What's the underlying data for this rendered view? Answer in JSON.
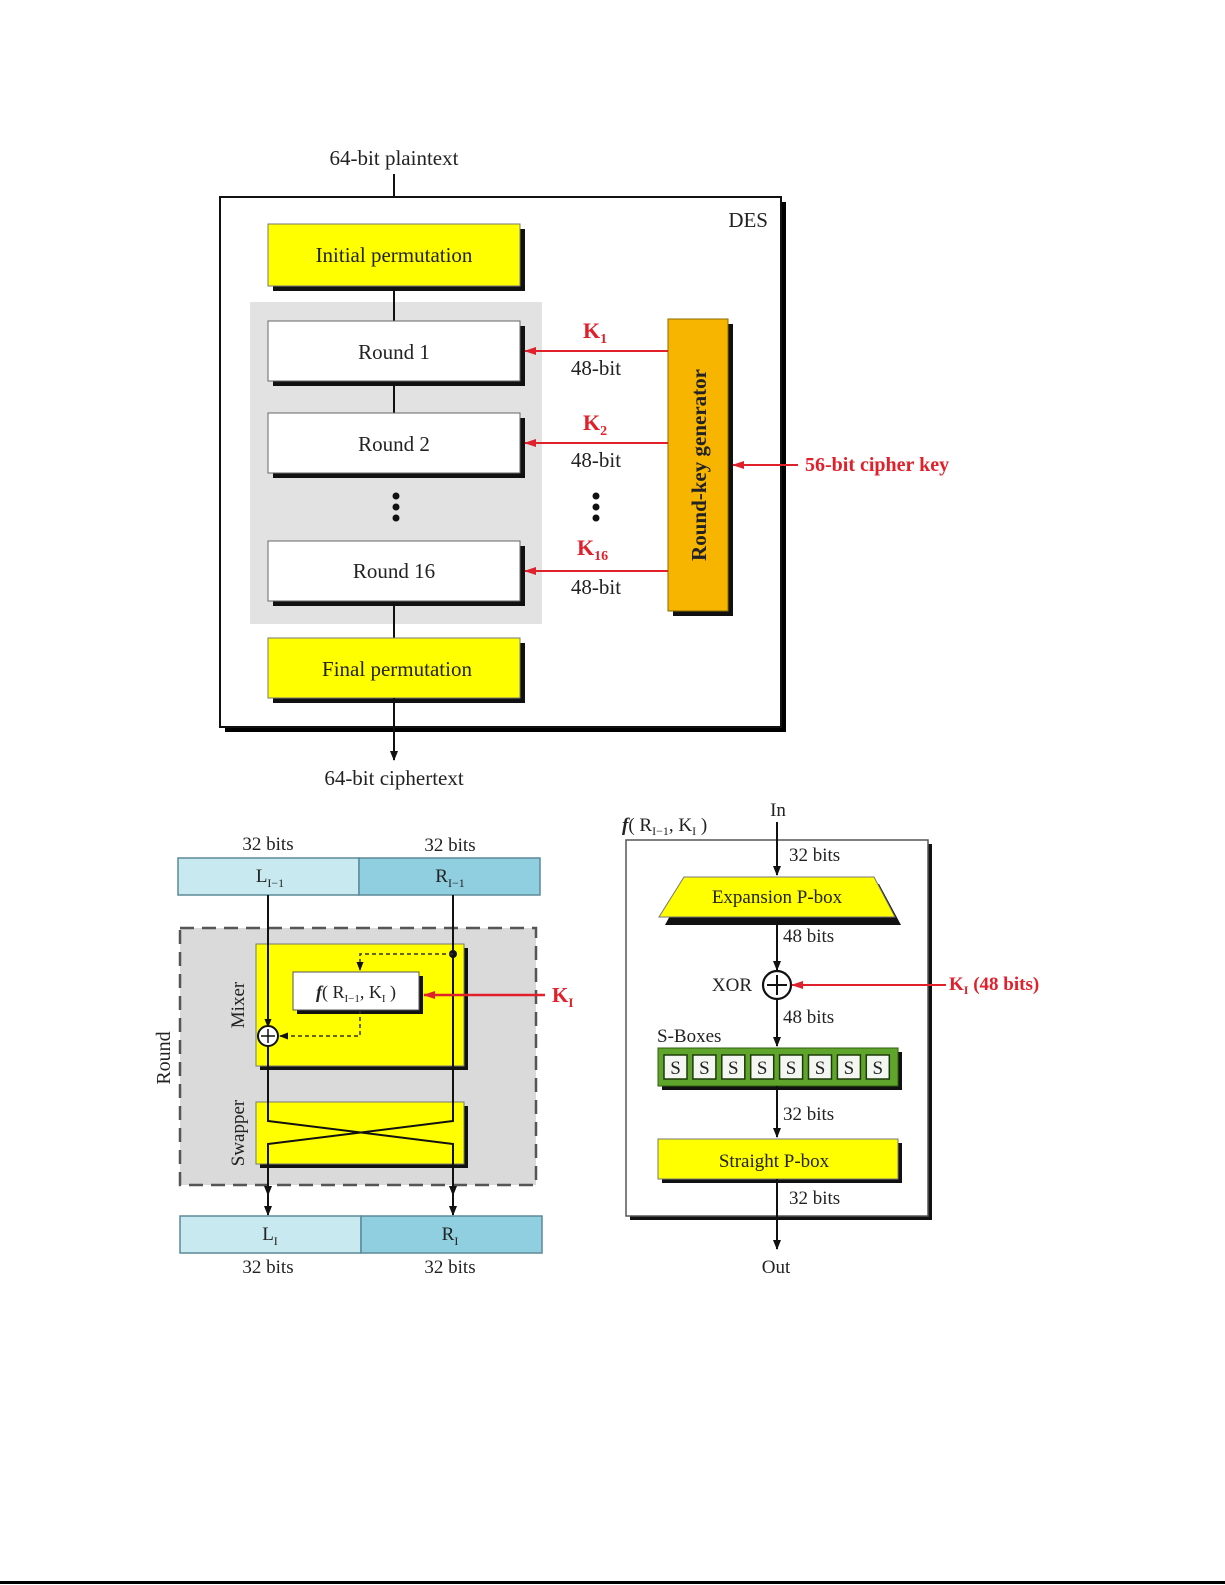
{
  "des": {
    "input_label": "64-bit plaintext",
    "output_label": "64-bit ciphertext",
    "title": "DES",
    "initial_perm": "Initial permutation",
    "final_perm": "Final permutation",
    "rounds": [
      {
        "label": "Round 1",
        "key": "K",
        "key_sub": "1",
        "bits": "48-bit"
      },
      {
        "label": "Round 2",
        "key": "K",
        "key_sub": "2",
        "bits": "48-bit"
      },
      {
        "label": "Round 16",
        "key": "K",
        "key_sub": "16",
        "bits": "48-bit"
      }
    ],
    "key_generator": "Round-key generator",
    "cipher_key": "56-bit cipher key",
    "ellipsis": "⋮"
  },
  "round_diagram": {
    "top_left_bits": "32 bits",
    "top_right_bits": "32 bits",
    "l_in": "L",
    "l_in_sub": "I−1",
    "r_in": "R",
    "r_in_sub": "I−1",
    "l_out": "L",
    "l_out_sub": "I",
    "r_out": "R",
    "r_out_sub": "I",
    "bottom_left_bits": "32 bits",
    "bottom_right_bits": "32 bits",
    "round_label": "Round",
    "mixer_label": "Mixer",
    "swapper_label": "Swapper",
    "f_func": "f",
    "f_args": "( R",
    "f_args_sub": "I−1",
    "f_args_rest": ", K",
    "f_args_sub2": "I",
    "f_close": " )",
    "key": "K",
    "key_sub": "I",
    "xor_symbol": "⊕"
  },
  "f_diagram": {
    "title_f": "f",
    "title_args": "( R",
    "title_sub": "I−1",
    "title_rest": ", K",
    "title_sub2": "I",
    "title_close": " )",
    "in_label": "In",
    "out_label": "Out",
    "bits_in": "32 bits",
    "expansion": "Expansion P-box",
    "bits_after_expansion": "48 bits",
    "xor_label": "XOR",
    "key_label": "K",
    "key_sub": "I",
    "key_bits": " (48 bits)",
    "bits_after_xor": "48 bits",
    "sboxes_label": "S-Boxes",
    "sboxes": [
      "S",
      "S",
      "S",
      "S",
      "S",
      "S",
      "S",
      "S"
    ],
    "bits_after_sbox": "32 bits",
    "straight": "Straight P-box",
    "bits_out": "32 bits"
  },
  "colors": {
    "yellow": "#ffff00",
    "orange": "#f7b500",
    "red": "#e0202a",
    "light_blue": "#c9e9f1",
    "mid_blue": "#8fcfdf",
    "gray": "#e2e2e2",
    "green": "#5fa52c"
  }
}
